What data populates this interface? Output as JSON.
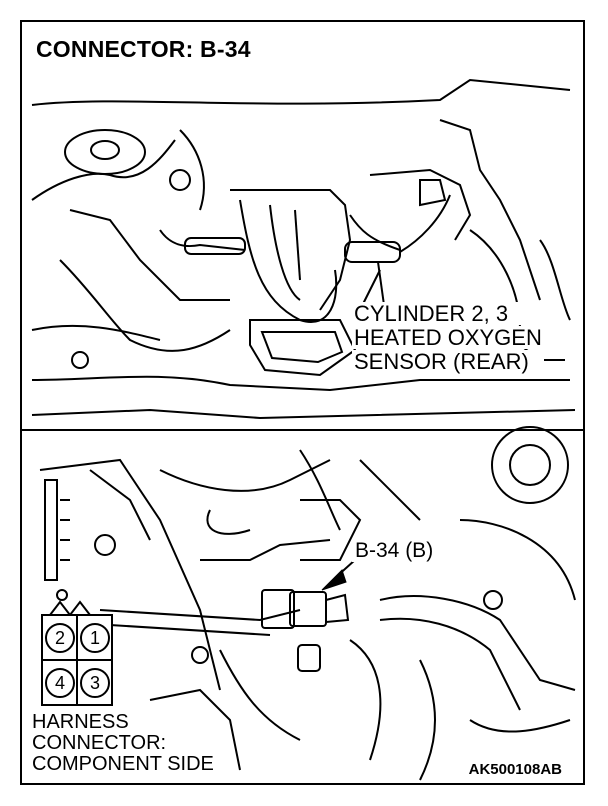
{
  "title": "CONNECTOR: B-34",
  "sensor_label": [
    "CYLINDER 2, 3",
    "HEATED OXYGEN",
    "SENSOR (REAR)"
  ],
  "connector_callout": "B-34 (B)",
  "harness_label": [
    "HARNESS",
    "CONNECTOR:",
    "COMPONENT SIDE"
  ],
  "figure_code": "AK500108AB",
  "pins": [
    "2",
    "1",
    "4",
    "3"
  ]
}
